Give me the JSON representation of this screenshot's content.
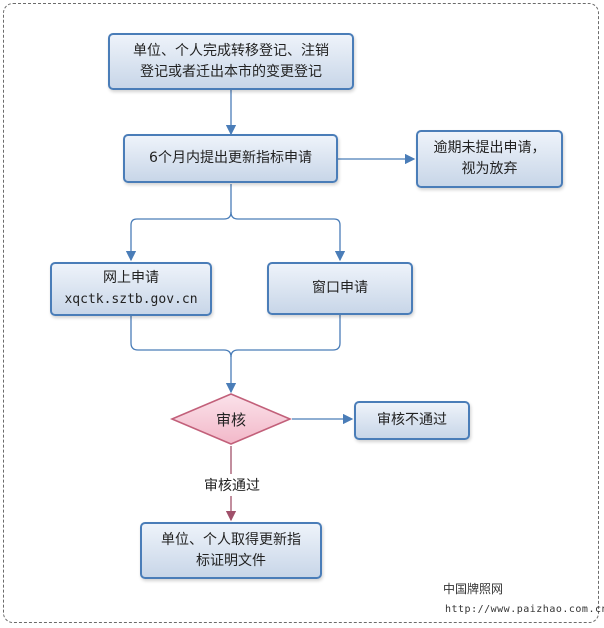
{
  "nodes": {
    "start": "单位、个人完成转移登记、注销登记或者迁出本市的变更登记",
    "start_line1": "单位、个人完成转移登记、注销",
    "start_line2": "登记或者迁出本市的变更登记",
    "apply_6m": "6个月内提出更新指标申请",
    "overdue_line1": "逾期未提出申请，",
    "overdue_line2": "视为放弃",
    "online_title": "网上申请",
    "online_url": "xqctk.sztb.gov.cn",
    "window": "窗口申请",
    "review": "审核",
    "review_fail": "审核不通过",
    "review_pass": "审核通过",
    "result_line1": "单位、个人取得更新指",
    "result_line2": "标证明文件"
  },
  "watermark": {
    "name": "中国牌照网",
    "url": "http://www.paizhao.com.cn"
  },
  "colors": {
    "node_border": "#4a7db8",
    "node_fill_top": "#eef3fa",
    "node_fill_bottom": "#c8d6e8",
    "arrow": "#4a7db8",
    "decision_border": "#c2607a",
    "decision_fill": "#f6c9d6",
    "pass_arrow": "#a0506a"
  }
}
